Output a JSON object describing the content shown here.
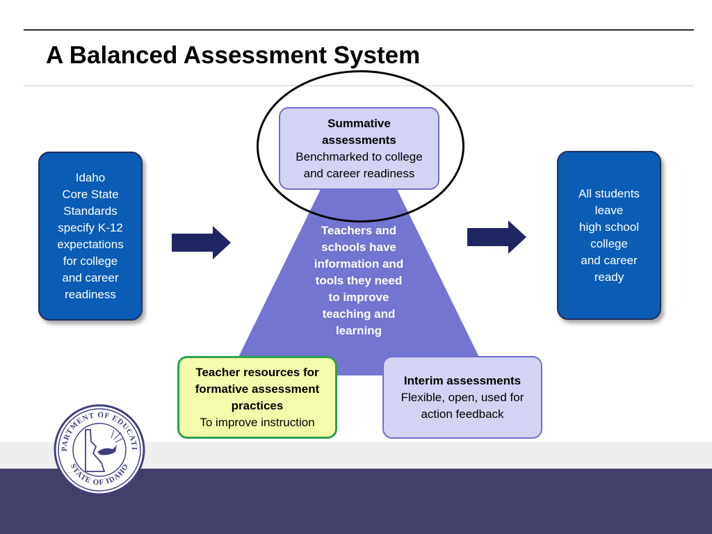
{
  "slide": {
    "title": "A Balanced Assessment System"
  },
  "left_box": {
    "lines": [
      "Idaho",
      "Core State",
      "Standards",
      "specify K-12",
      "expectations",
      "for college",
      "and career",
      "readiness"
    ]
  },
  "right_box": {
    "lines": [
      "All students",
      "leave",
      "high school",
      "college",
      "and career",
      "ready"
    ]
  },
  "summative": {
    "heading_lines": [
      "Summative",
      "assessments"
    ],
    "body_lines": [
      "Benchmarked to college",
      "and career readiness"
    ]
  },
  "center": {
    "lines": [
      "Teachers and",
      "schools have",
      "information and",
      "tools they need",
      "to improve",
      "teaching and",
      "learning"
    ]
  },
  "formative": {
    "heading_lines": [
      "Teacher resources for",
      "formative assessment",
      "practices"
    ],
    "body_lines": [
      "To improve instruction"
    ]
  },
  "interim": {
    "heading_lines": [
      "Interim assessments"
    ],
    "body_lines": [
      "Flexible, open, used for",
      "action feedback"
    ]
  },
  "logo": {
    "ring_text_top": "DEPARTMENT OF EDUCATION",
    "ring_text_bottom": "STATE OF IDAHO",
    "icon": "idaho-state-seal"
  },
  "colors": {
    "triangle": "#7474d1",
    "blue_box": "#0a5cb4",
    "arrow": "#1f2563",
    "lavender_box": "#d3d3f3",
    "green_box": "#f4fcab",
    "green_border": "#2ba24a",
    "footer": "#424069"
  }
}
